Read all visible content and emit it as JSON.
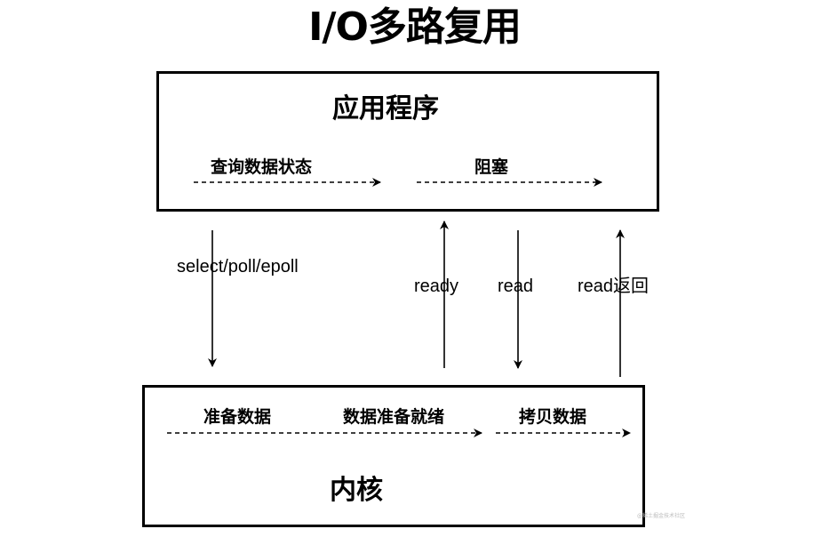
{
  "title": "I/O多路复用",
  "app_box": {
    "heading": "应用程序",
    "steps": [
      "查询数据状态",
      "阻塞"
    ]
  },
  "kernel_box": {
    "heading": "内核",
    "steps": [
      "准备数据",
      "数据准备就绪",
      "拷贝数据"
    ]
  },
  "arrows": {
    "select": "select/poll/epoll",
    "ready": "ready",
    "read": "read",
    "read_return": "read返回"
  },
  "watermark": "@稀土掘金技术社区",
  "colors": {
    "stroke": "#000000",
    "background": "#ffffff"
  }
}
